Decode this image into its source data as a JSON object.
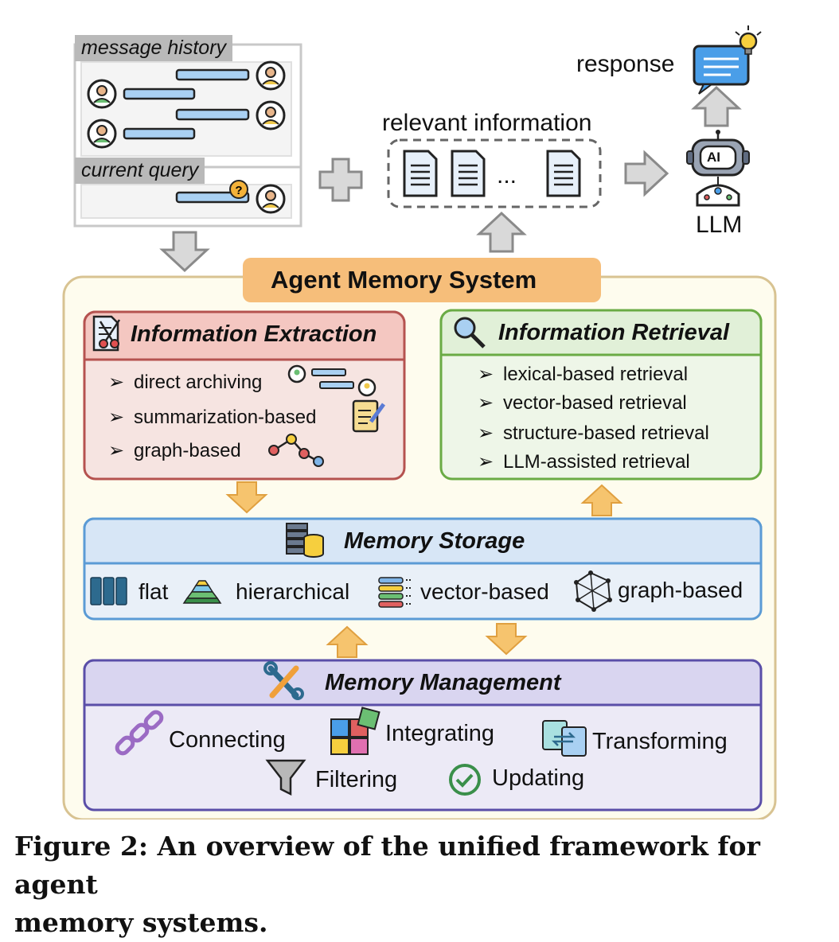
{
  "top": {
    "message_history": "message history",
    "current_query": "current query",
    "relevant_information": "relevant information",
    "ellipsis": "...",
    "response": "response",
    "llm": "LLM",
    "ai_badge": "AI"
  },
  "system": {
    "title": "Agent Memory System"
  },
  "extraction": {
    "title": "Information Extraction",
    "items": [
      "direct archiving",
      "summarization-based",
      "graph-based"
    ]
  },
  "retrieval": {
    "title": "Information Retrieval",
    "items": [
      "lexical-based retrieval",
      "vector-based retrieval",
      "structure-based retrieval",
      "LLM-assisted retrieval"
    ]
  },
  "storage": {
    "title": "Memory Storage",
    "items": [
      "flat",
      "hierarchical",
      "vector-based",
      "graph-based"
    ]
  },
  "management": {
    "title": "Memory Management",
    "items": [
      "Connecting",
      "Integrating",
      "Transforming",
      "Filtering",
      "Updating"
    ]
  },
  "caption": {
    "line1": "Figure 2: An overview of the unified framework for agent",
    "line2": "memory systems."
  },
  "colors": {
    "extraction_fill": "#f6e4e1",
    "extraction_border": "#b5524f",
    "retrieval_fill": "#eef6e8",
    "retrieval_border": "#6aab45",
    "storage_fill": "#e9f0f8",
    "storage_border": "#5b9bd5",
    "management_fill": "#eceaf6",
    "management_border": "#5a4ea8",
    "system_fill": "#fefcee",
    "system_border": "#d8c392",
    "title_orange": "#f6be7a",
    "arrow_orange": "#f6c46e"
  }
}
